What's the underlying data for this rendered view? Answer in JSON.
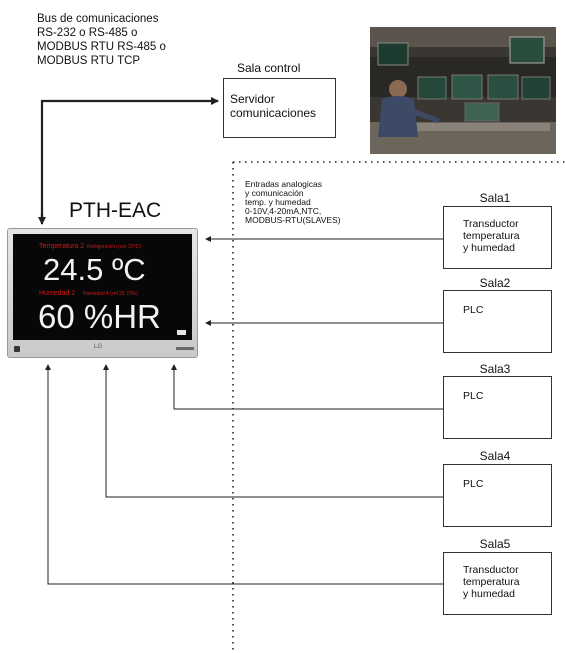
{
  "bus": {
    "lines": [
      "Bus de comunicaciones",
      "RS-232 o RS-485 o",
      "MODBUS RTU RS-485 o",
      "MODBUS RTU TCP"
    ]
  },
  "control_room": {
    "title": "Sala control",
    "server_lines": [
      "Servidor",
      "comunicaciones"
    ]
  },
  "device": {
    "title": "PTH-EAC",
    "screen": {
      "label1": "Temperatura 2",
      "sublabel1": "Refrigeración (ver 23°C)",
      "value1": "24.5 ºC",
      "label2": "Humedad 2",
      "sublabel2": "Humedad A (ref 25 70%)",
      "value2": "60 %HR"
    },
    "brand": "LG"
  },
  "inputs_note": [
    "Entradas analogicas",
    "y comunicación",
    "temp. y humedad",
    "0-10V,4-20mA,NTC,",
    "MODBUS-RTU(SLAVES)"
  ],
  "rooms": [
    {
      "name": "Sala1",
      "device": [
        "Transductor",
        "temperatura",
        "y humedad"
      ]
    },
    {
      "name": "Sala2",
      "device": [
        "PLC"
      ]
    },
    {
      "name": "Sala3",
      "device": [
        "PLC"
      ]
    },
    {
      "name": "Sala4",
      "device": [
        "PLC"
      ]
    },
    {
      "name": "Sala5",
      "device": [
        "Transductor",
        "temperatura",
        "y humedad"
      ]
    }
  ],
  "colors": {
    "line": "#222222",
    "screen_red": "#d01818",
    "screen_bg": "#070707"
  }
}
